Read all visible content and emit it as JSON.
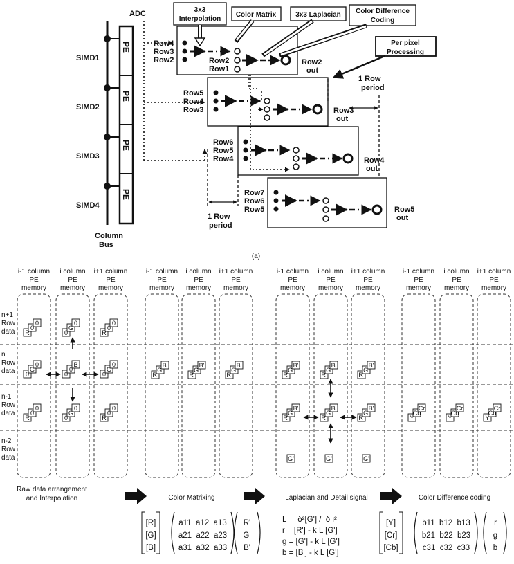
{
  "top": {
    "adc": "ADC",
    "simd": [
      "SIMD1",
      "SIMD2",
      "SIMD3",
      "SIMD4"
    ],
    "pe": "PE",
    "column_bus": [
      "Column",
      "Bus"
    ],
    "callouts": {
      "interp": [
        "3x3",
        "Interpolation"
      ],
      "color_matrix": "Color Matrix",
      "laplacian": "3x3 Laplacian",
      "cdc": [
        "Color Difference",
        "Coding"
      ],
      "per_pixel": [
        "Per pixel",
        "Processing"
      ]
    },
    "stages": [
      {
        "rows": [
          "Row4",
          "Row3",
          "Row2"
        ],
        "extra": [
          "Row2",
          "Row1"
        ],
        "out": [
          "Row2",
          "out"
        ]
      },
      {
        "rows": [
          "Row5",
          "Row4",
          "Row3"
        ],
        "out": [
          "Row3",
          "out"
        ]
      },
      {
        "rows": [
          "Row6",
          "Row5",
          "Row4"
        ],
        "out": [
          "Row4",
          "out"
        ]
      },
      {
        "rows": [
          "Row7",
          "Row6",
          "Row5"
        ],
        "out": [
          "Row5",
          "out"
        ]
      }
    ],
    "period_right": [
      "1 Row",
      "period"
    ],
    "period_bottom": [
      "1 Row",
      "period"
    ],
    "caption_a": "(a)"
  },
  "bottom": {
    "col_headers": [
      [
        "i-1 column",
        "PE",
        "memory"
      ],
      [
        "i column",
        "PE",
        "memory"
      ],
      [
        "i+1 column",
        "PE",
        "memory"
      ]
    ],
    "row_labels": [
      [
        "n+1",
        "Row",
        "data"
      ],
      [
        "n",
        "Row",
        "data"
      ],
      [
        "n-1",
        "Row",
        "data"
      ],
      [
        "n-2",
        "Row",
        "data"
      ]
    ],
    "step_labels": [
      [
        "Raw data arrangement",
        "and Interpolation"
      ],
      [
        "Color Matrixing"
      ],
      [
        "Laplacian and Detail signal"
      ],
      [
        "Color Difference coding"
      ]
    ],
    "matrix1": {
      "lhs": [
        "[R]",
        "[G]",
        "[B]"
      ],
      "eq": "=",
      "m": [
        "a11  a12  a13",
        "a21  a22  a23",
        "a31  a32  a33"
      ],
      "rhs": [
        "R'",
        "G'",
        "B'"
      ]
    },
    "laplace_eqs": [
      "L =  δ²[G'] /  δ i²",
      "r = [R'] - k L [G']",
      "g = [G'] - k L [G']",
      "b = [B'] - k L [G']"
    ],
    "matrix2": {
      "lhs": [
        "[Y]",
        "[Cr]",
        "[Cb]"
      ],
      "eq": "=",
      "m": [
        "b11  b12  b13",
        "b21  b22  b23",
        "c31  c32  c33"
      ],
      "rhs": [
        "r",
        "g",
        "b"
      ]
    },
    "cells": {
      "R": "R",
      "G": "G",
      "B": "B",
      "O": "0",
      "Rp": "R'",
      "Gp": "G'",
      "Bp": "B'",
      "Y": "Y",
      "Cb": "Cb",
      "Cr": "Cr"
    }
  }
}
